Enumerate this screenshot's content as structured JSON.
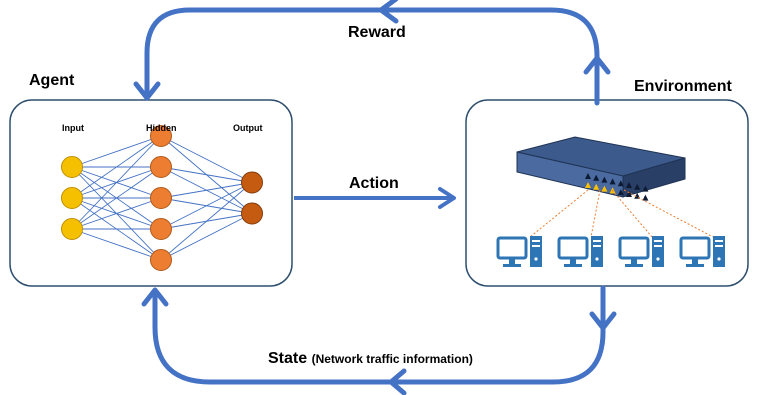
{
  "labels": {
    "agent": "Agent",
    "environment": "Environment",
    "reward": "Reward",
    "action": "Action",
    "state": "State",
    "state_detail": "(Network traffic information)"
  },
  "network": {
    "layer_titles": [
      "Input",
      "Hidden",
      "Output"
    ],
    "layers": [
      {
        "name": "Input",
        "nodes": 3,
        "color": "#f5c000",
        "stroke": "#c08f00"
      },
      {
        "name": "Hidden",
        "nodes": 5,
        "color": "#ed7d31",
        "stroke": "#b05a1a"
      },
      {
        "name": "Output",
        "nodes": 2,
        "color": "#c55a11",
        "stroke": "#843c0c"
      }
    ],
    "edge_color": "#4472c4"
  },
  "colors": {
    "arrow": "#4472c4",
    "box_border": "#2f4f6f",
    "switch_top": "#3c5a8c",
    "switch_front": "#2a3f66",
    "port_active": "#ffc000",
    "link": "#ed7d31",
    "computer": "#2e75b6"
  },
  "environment": {
    "active_ports": 4,
    "computers": 4
  }
}
